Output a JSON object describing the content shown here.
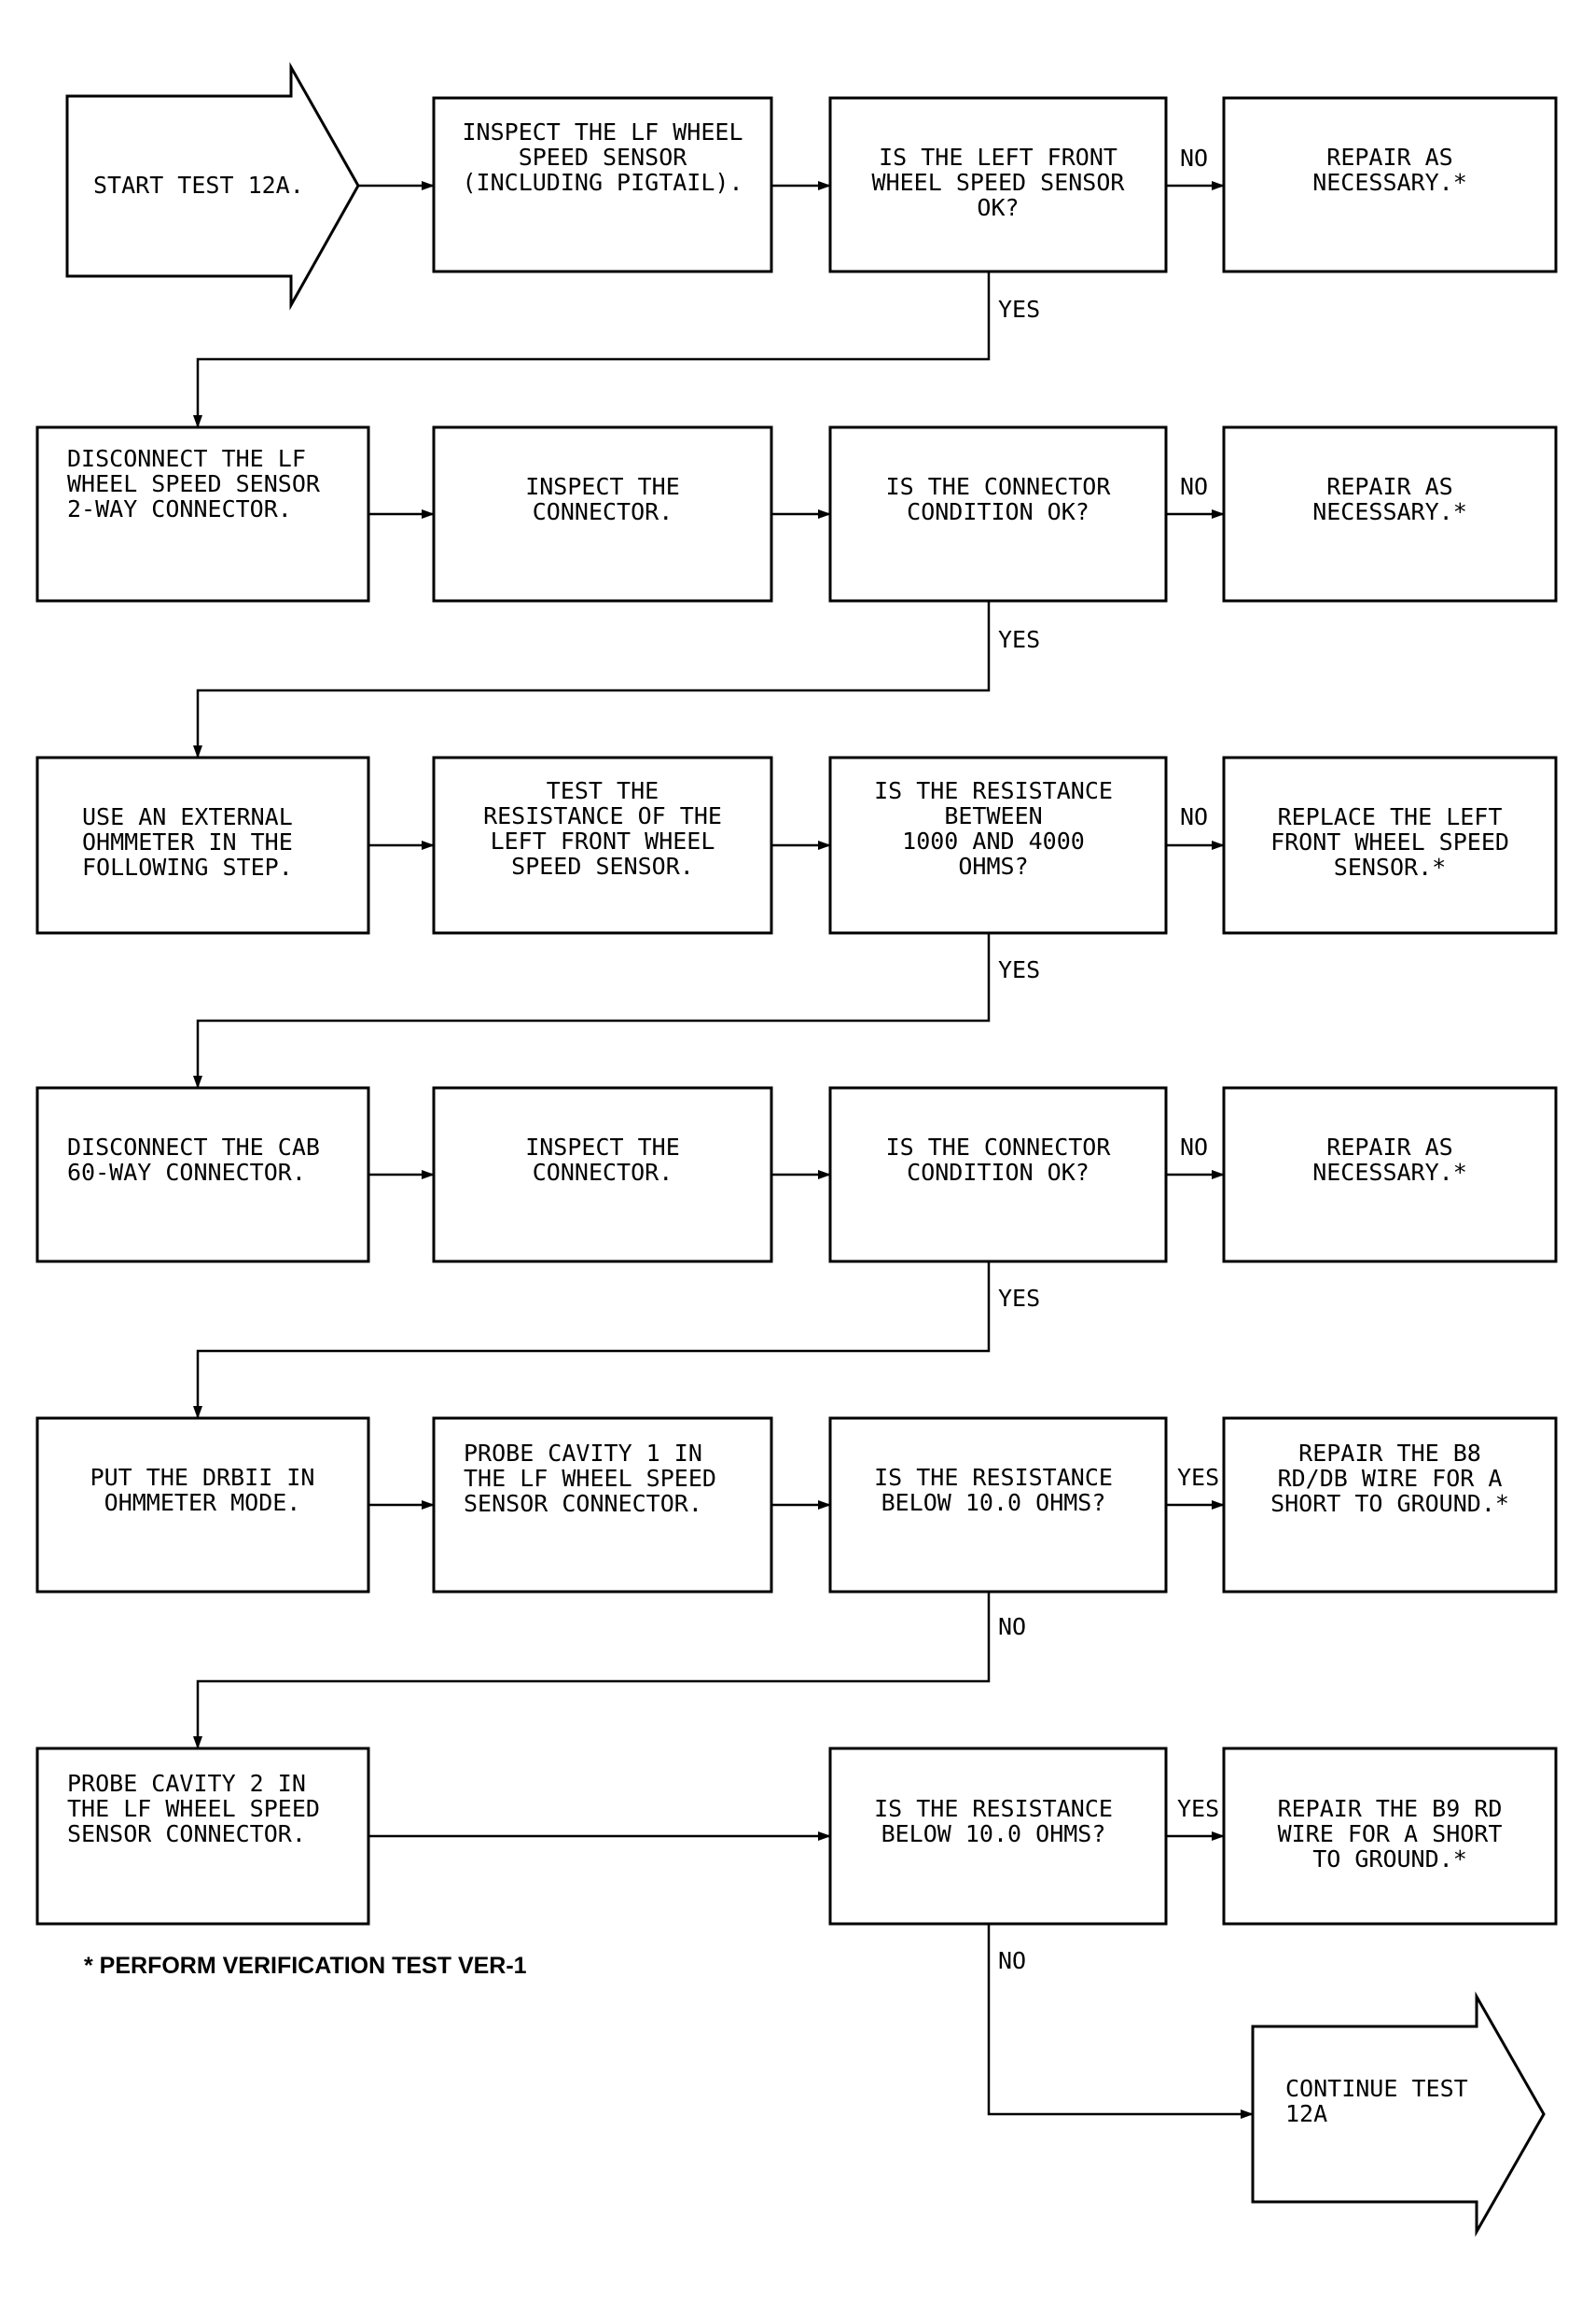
{
  "nodes": {
    "start": [
      "START TEST 12A."
    ],
    "inspect_sensor": [
      "INSPECT THE LF WHEEL",
      "SPEED SENSOR",
      "(INCLUDING PIGTAIL)."
    ],
    "q_sensor_ok": [
      "IS THE LEFT FRONT",
      "WHEEL SPEED SENSOR",
      "OK?"
    ],
    "repair1": [
      "REPAIR AS",
      "NECESSARY.*"
    ],
    "disconnect_2way": [
      "DISCONNECT THE LF",
      "WHEEL SPEED SENSOR",
      "2-WAY CONNECTOR."
    ],
    "inspect_conn1": [
      "INSPECT THE",
      "CONNECTOR."
    ],
    "q_conn1_ok": [
      "IS THE CONNECTOR",
      "CONDITION OK?"
    ],
    "repair2": [
      "REPAIR AS",
      "NECESSARY.*"
    ],
    "use_ohmmeter": [
      "USE AN EXTERNAL",
      "OHMMETER IN THE",
      "FOLLOWING STEP."
    ],
    "test_resistance": [
      "TEST THE",
      "RESISTANCE OF THE",
      "LEFT FRONT WHEEL",
      "SPEED SENSOR."
    ],
    "q_resistance": [
      "IS THE RESISTANCE",
      "BETWEEN",
      "1000 AND 4000",
      "OHMS?"
    ],
    "replace_sensor": [
      "REPLACE THE LEFT",
      "FRONT WHEEL SPEED",
      "SENSOR.*"
    ],
    "disconnect_cab": [
      "DISCONNECT THE CAB",
      "60-WAY CONNECTOR."
    ],
    "inspect_conn2": [
      "INSPECT THE",
      "CONNECTOR."
    ],
    "q_conn2_ok": [
      "IS THE CONNECTOR",
      "CONDITION OK?"
    ],
    "repair3": [
      "REPAIR AS",
      "NECESSARY.*"
    ],
    "drbii_mode": [
      "PUT THE DRBII IN",
      "OHMMETER MODE."
    ],
    "probe_cavity1": [
      "PROBE CAVITY 1 IN",
      "THE LF WHEEL SPEED",
      "SENSOR CONNECTOR."
    ],
    "q_below10_a": [
      "IS THE RESISTANCE",
      "BELOW 10.0 OHMS?"
    ],
    "repair_b8": [
      "REPAIR THE B8",
      "RD/DB WIRE FOR A",
      "SHORT TO GROUND.*"
    ],
    "probe_cavity2": [
      "PROBE CAVITY 2 IN",
      "THE LF WHEEL SPEED",
      "SENSOR CONNECTOR."
    ],
    "q_below10_b": [
      "IS THE RESISTANCE",
      "BELOW 10.0 OHMS?"
    ],
    "repair_b9": [
      "REPAIR THE B9 RD",
      "WIRE FOR A SHORT",
      "TO GROUND.*"
    ],
    "continue": [
      "CONTINUE TEST",
      "12A"
    ]
  },
  "edge_labels": {
    "no": "NO",
    "yes": "YES"
  },
  "footnote": "* PERFORM VERIFICATION TEST VER-1"
}
